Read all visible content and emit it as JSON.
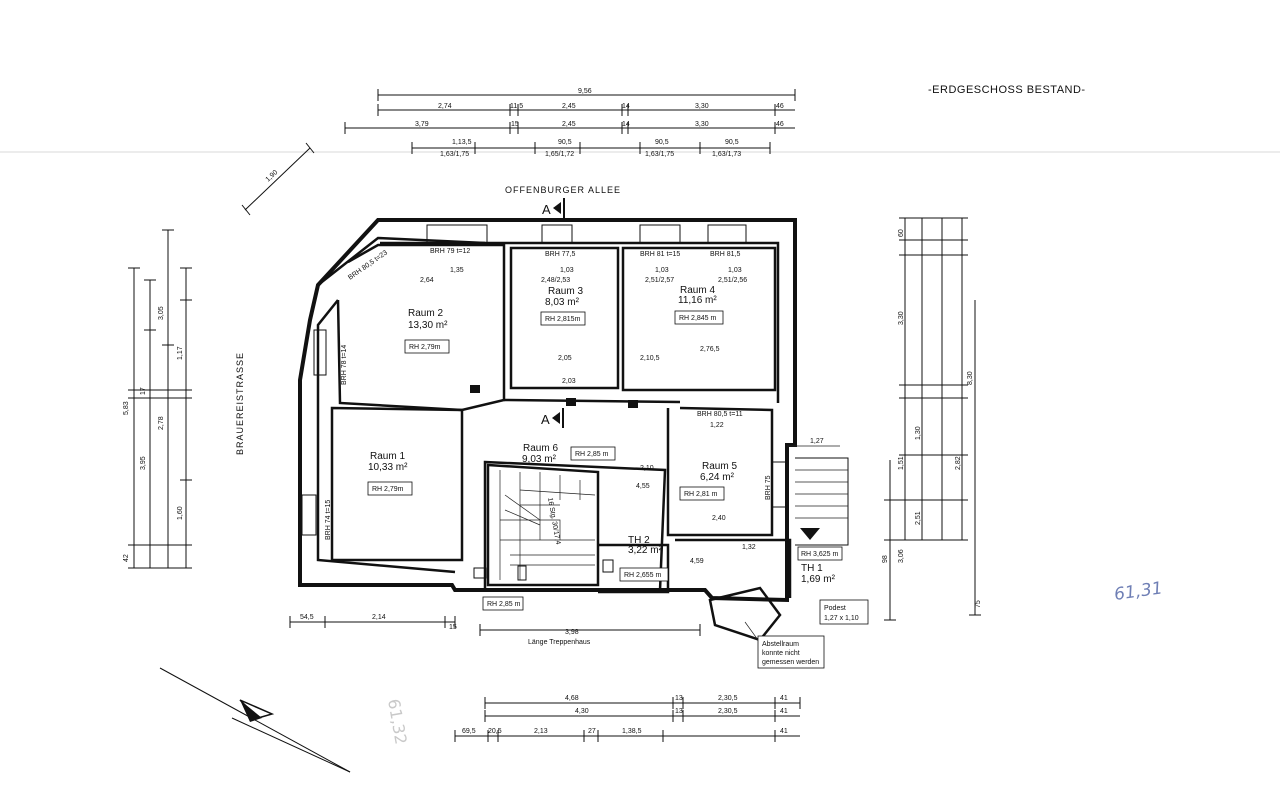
{
  "title": "-ERDGESCHOSS BESTAND-",
  "streets": {
    "top": "OFFENBURGER ALLEE",
    "left": "BRAUEREISTRASSE"
  },
  "section_marks": [
    "A",
    "A"
  ],
  "rooms": [
    {
      "name": "Raum 2",
      "area": "13,30 m²",
      "height": "RH 2,79m"
    },
    {
      "name": "Raum 3",
      "area": "8,03 m²",
      "height": "RH 2,815m"
    },
    {
      "name": "Raum 4",
      "area": "11,16 m²",
      "height": "RH 2,845 m"
    },
    {
      "name": "Raum 1",
      "area": "10,33 m²",
      "height": "RH 2,79m"
    },
    {
      "name": "Raum 6",
      "area": "9,03 m²",
      "height": "RH 2,85 m"
    },
    {
      "name": "Raum 5",
      "area": "6,24 m²",
      "height": "RH 2,81 m"
    },
    {
      "name": "TH 2",
      "area": "3,22 m²",
      "height": "RH 2,655 m"
    },
    {
      "name": "TH 1",
      "area": "1,69 m²",
      "height": "RH 3,625 m"
    }
  ],
  "extra_labels": {
    "rh_lower": "RH 2,85 m",
    "stair": "16 Stg. 30/17,4",
    "podest": [
      "Podest",
      "1,27 x 1,10"
    ],
    "abstell": [
      "Abstellraum",
      "konnte nicht",
      "gemessen werden"
    ],
    "treppenhaus": "Länge Treppenhaus",
    "treppenhaus_dim": "3,98",
    "brh": [
      "BRH 79 t=12",
      "BRH 77,5",
      "BRH 81 t=15",
      "BRH 81,5",
      "BRH 80,5 t=23",
      "BRH 78 t=14",
      "BRH 74 t=15",
      "BRH 80,5 t=11",
      "BRH 75"
    ]
  },
  "dimensions": {
    "top_total": "9,56",
    "top_row1": [
      "2,74",
      "11,5",
      "2,45",
      "14",
      "3,30",
      "46"
    ],
    "top_row2": [
      "3,79",
      "15",
      "2,45",
      "14",
      "3,30",
      "46"
    ],
    "top_row3": [
      "1,13,5",
      "1,63/1,75",
      "90,5",
      "1,65/1,72",
      "90,5",
      "1,63/1,75",
      "90,5",
      "1,63/1,73"
    ],
    "diag": "1,90",
    "left_col": [
      "5,83",
      "3,95",
      "2,78",
      "1,17",
      "17",
      "3,05",
      "42",
      "1,60"
    ],
    "right_col": [
      "8,30",
      "3,30",
      "60",
      "1,30",
      "1,51",
      "2,51",
      "2,82",
      "98",
      "3,06",
      "75"
    ],
    "bottom_row1": [
      "54,5",
      "2,14",
      "15"
    ],
    "bottom_row2": [
      "4,68",
      "13",
      "2,30,5",
      "41"
    ],
    "bottom_row3": [
      "4,30",
      "13",
      "2,30,5",
      "41"
    ],
    "bottom_row4": [
      "69,5",
      "20,5",
      "2,13",
      "27",
      "1,38,5",
      "41"
    ],
    "interior": [
      "1,35",
      "2,64",
      "1,03",
      "2,48/2,53",
      "1,03",
      "2,51/2,57",
      "1,03",
      "2,51/2,56",
      "2,05",
      "2,03",
      "2,10,5",
      "2,76,5",
      "2,10",
      "4,55",
      "4,59",
      "2,40",
      "1,32",
      "1,22",
      "1,27"
    ]
  },
  "handwritten": "61,31",
  "ghost_mark": "61,32"
}
